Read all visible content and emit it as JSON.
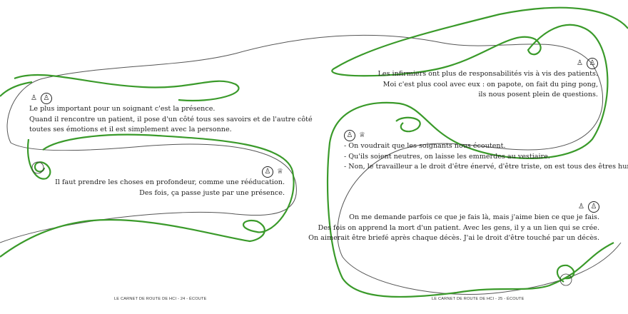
{
  "colors": {
    "accent": "#3a9a2a",
    "line": "#555555"
  },
  "quotes": [
    {
      "icons": [
        "person-icon",
        "person-circled-icon"
      ],
      "lines": [
        "Le plus important pour un soignant c'est la présence.",
        "Quand il rencontre un patient, il pose d'un côté tous ses savoirs et de l'autre côté",
        "toutes ses émotions et il est simplement avec la personne."
      ]
    },
    {
      "icons": [
        "person-circled-icon",
        "nurse-icon"
      ],
      "lines": [
        "Il faut prendre les choses en profondeur, comme une rééducation.",
        "Des fois, ça passe juste par une présence."
      ]
    },
    {
      "icons": [
        "person-icon",
        "person-circled-icon"
      ],
      "lines": [
        "Les infirmiers ont plus de responsabilités vis à vis des patients.",
        "Moi c'est plus cool avec eux : on papote, on fait du ping pong,",
        "ils nous posent plein de questions."
      ]
    },
    {
      "icons": [
        "person-circled-icon",
        "nurse-icon"
      ],
      "lines": [
        "- On voudrait que les soignants nous écoutent.",
        "- Qu'ils soient neutres, on laisse les emmerdes au vestiaire.",
        "- Non, le travailleur a le droit d'être énervé, d'être triste, on est tous des êtres humains."
      ]
    },
    {
      "icons": [
        "person-icon",
        "person-circled-icon"
      ],
      "lines": [
        "On me demande parfois ce que je fais là, mais j'aime bien ce que je fais.",
        "Des fois on apprend la mort d'un patient. Avec les gens, il y a un lien qui se crée.",
        "On aimerait être briefé après chaque décès. J'ai le droit d'être touché par un décès."
      ]
    }
  ],
  "footer": {
    "left": "LE CARNET DE ROUTE DE HCI  - 24 -  ÉCOUTE",
    "right": "LE CARNET DE ROUTE DE HCI  - 25 -  ÉCOUTE"
  }
}
